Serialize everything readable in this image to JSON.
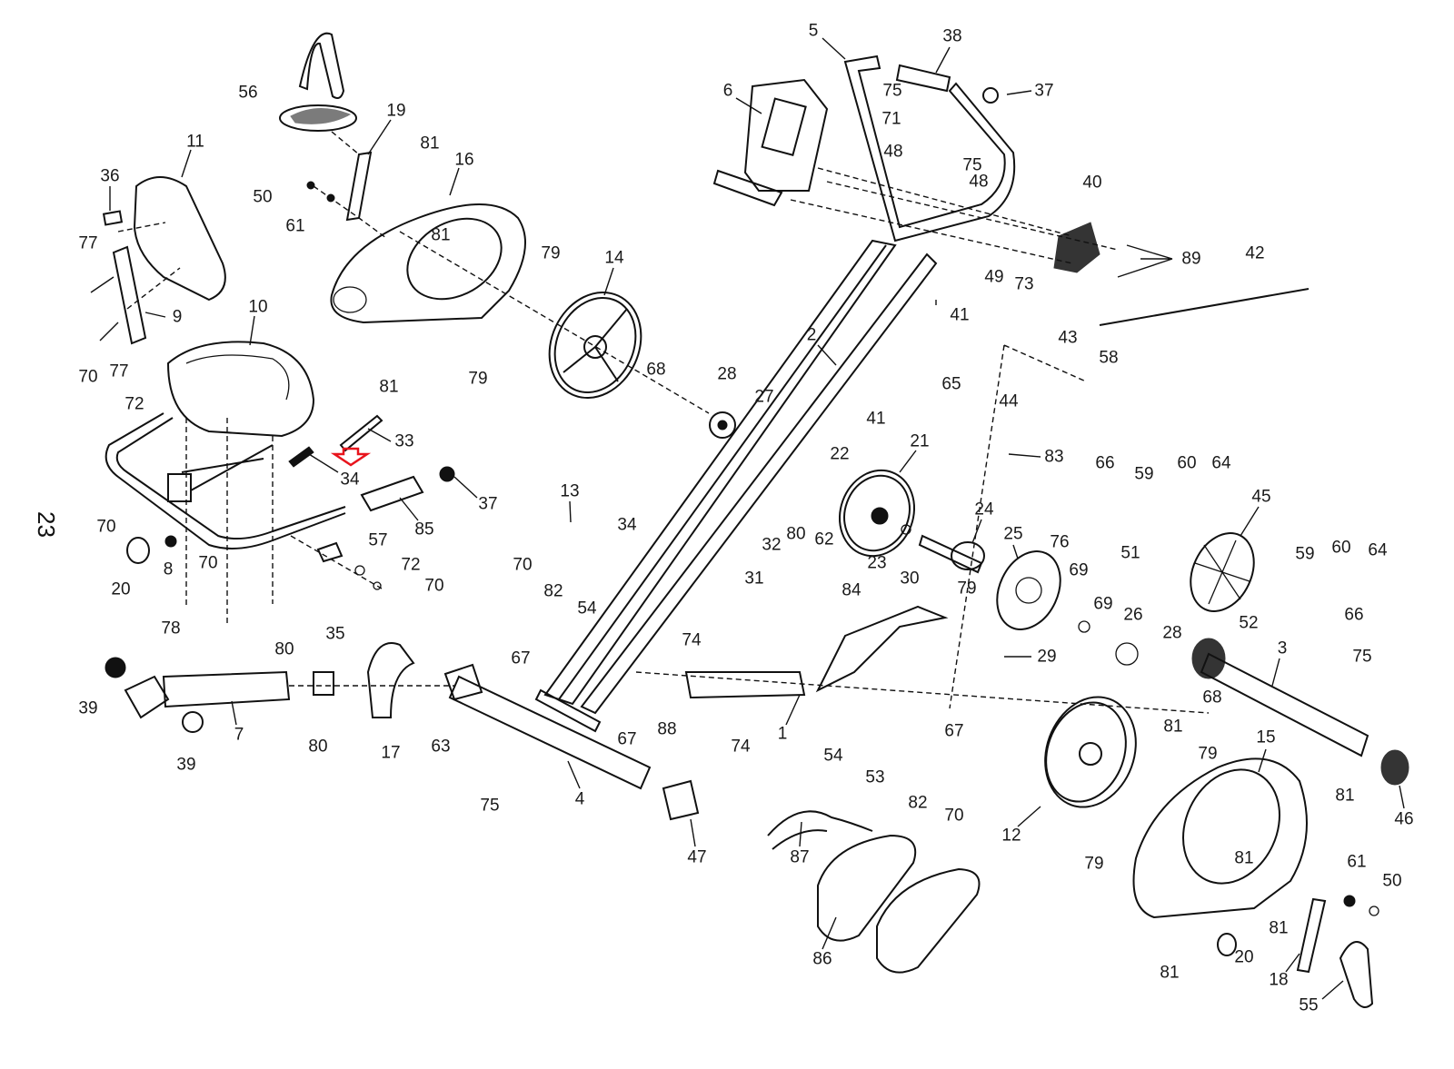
{
  "page": {
    "page_number": "23",
    "highlight": {
      "target_part": "34",
      "color": "#e8141c",
      "shape": "down-arrow-outline"
    }
  },
  "parts": [
    {
      "id": "5"
    },
    {
      "id": "38"
    },
    {
      "id": "37a",
      "label": "37"
    },
    {
      "id": "6"
    },
    {
      "id": "75a",
      "label": "75"
    },
    {
      "id": "71"
    },
    {
      "id": "48a",
      "label": "48"
    },
    {
      "id": "75b",
      "label": "75"
    },
    {
      "id": "48b",
      "label": "48"
    },
    {
      "id": "40"
    },
    {
      "id": "89"
    },
    {
      "id": "49"
    },
    {
      "id": "73"
    },
    {
      "id": "41a",
      "label": "41"
    },
    {
      "id": "42"
    },
    {
      "id": "43"
    },
    {
      "id": "58"
    },
    {
      "id": "2"
    },
    {
      "id": "56"
    },
    {
      "id": "19"
    },
    {
      "id": "81a",
      "label": "81"
    },
    {
      "id": "16"
    },
    {
      "id": "11"
    },
    {
      "id": "36"
    },
    {
      "id": "50a",
      "label": "50"
    },
    {
      "id": "61a",
      "label": "61"
    },
    {
      "id": "81b",
      "label": "81"
    },
    {
      "id": "77a",
      "label": "77"
    },
    {
      "id": "9"
    },
    {
      "id": "77b",
      "label": "77"
    },
    {
      "id": "10"
    },
    {
      "id": "81c",
      "label": "81"
    },
    {
      "id": "79a",
      "label": "79"
    },
    {
      "id": "14"
    },
    {
      "id": "79b",
      "label": "79"
    },
    {
      "id": "68a",
      "label": "68"
    },
    {
      "id": "28a",
      "label": "28"
    },
    {
      "id": "27"
    },
    {
      "id": "65"
    },
    {
      "id": "44"
    },
    {
      "id": "83"
    },
    {
      "id": "41b",
      "label": "41"
    },
    {
      "id": "22"
    },
    {
      "id": "21"
    },
    {
      "id": "70a",
      "label": "70"
    },
    {
      "id": "72a",
      "label": "72"
    },
    {
      "id": "33"
    },
    {
      "id": "34a",
      "label": "34"
    },
    {
      "id": "37b",
      "label": "37"
    },
    {
      "id": "85"
    },
    {
      "id": "70b",
      "label": "70"
    },
    {
      "id": "8"
    },
    {
      "id": "70c",
      "label": "70"
    },
    {
      "id": "20a",
      "label": "20"
    },
    {
      "id": "57"
    },
    {
      "id": "72b",
      "label": "72"
    },
    {
      "id": "70d",
      "label": "70"
    },
    {
      "id": "78"
    },
    {
      "id": "13"
    },
    {
      "id": "34b",
      "label": "34"
    },
    {
      "id": "70e",
      "label": "70"
    },
    {
      "id": "82a",
      "label": "82"
    },
    {
      "id": "54a",
      "label": "54"
    },
    {
      "id": "80a",
      "label": "80"
    },
    {
      "id": "32"
    },
    {
      "id": "62"
    },
    {
      "id": "23"
    },
    {
      "id": "31"
    },
    {
      "id": "84"
    },
    {
      "id": "30"
    },
    {
      "id": "79c",
      "label": "79"
    },
    {
      "id": "24"
    },
    {
      "id": "25"
    },
    {
      "id": "76"
    },
    {
      "id": "69a",
      "label": "69"
    },
    {
      "id": "69b",
      "label": "69"
    },
    {
      "id": "26"
    },
    {
      "id": "29"
    },
    {
      "id": "28b",
      "label": "28"
    },
    {
      "id": "68b",
      "label": "68"
    },
    {
      "id": "66a",
      "label": "66"
    },
    {
      "id": "59a",
      "label": "59"
    },
    {
      "id": "60a",
      "label": "60"
    },
    {
      "id": "64a",
      "label": "64"
    },
    {
      "id": "45"
    },
    {
      "id": "51"
    },
    {
      "id": "59b",
      "label": "59"
    },
    {
      "id": "60b",
      "label": "60"
    },
    {
      "id": "64b",
      "label": "64"
    },
    {
      "id": "52"
    },
    {
      "id": "66b",
      "label": "66"
    },
    {
      "id": "3"
    },
    {
      "id": "75c",
      "label": "75"
    },
    {
      "id": "46"
    },
    {
      "id": "15"
    },
    {
      "id": "81d",
      "label": "81"
    },
    {
      "id": "79d",
      "label": "79"
    },
    {
      "id": "12"
    },
    {
      "id": "79e",
      "label": "79"
    },
    {
      "id": "81e",
      "label": "81"
    },
    {
      "id": "81f",
      "label": "81"
    },
    {
      "id": "61b",
      "label": "61"
    },
    {
      "id": "50b",
      "label": "50"
    },
    {
      "id": "81g",
      "label": "81"
    },
    {
      "id": "20b",
      "label": "20"
    },
    {
      "id": "81h",
      "label": "81"
    },
    {
      "id": "18"
    },
    {
      "id": "55"
    },
    {
      "id": "80b",
      "label": "80"
    },
    {
      "id": "35"
    },
    {
      "id": "39a",
      "label": "39"
    },
    {
      "id": "7"
    },
    {
      "id": "80c",
      "label": "80"
    },
    {
      "id": "17"
    },
    {
      "id": "63"
    },
    {
      "id": "39b",
      "label": "39"
    },
    {
      "id": "67a",
      "label": "67"
    },
    {
      "id": "74a",
      "label": "74"
    },
    {
      "id": "88"
    },
    {
      "id": "74b",
      "label": "74"
    },
    {
      "id": "1"
    },
    {
      "id": "67b",
      "label": "67"
    },
    {
      "id": "67c",
      "label": "67"
    },
    {
      "id": "75d",
      "label": "75"
    },
    {
      "id": "4"
    },
    {
      "id": "47"
    },
    {
      "id": "54b",
      "label": "54"
    },
    {
      "id": "53"
    },
    {
      "id": "82b",
      "label": "82"
    },
    {
      "id": "70f",
      "label": "70"
    },
    {
      "id": "87"
    },
    {
      "id": "86"
    }
  ]
}
